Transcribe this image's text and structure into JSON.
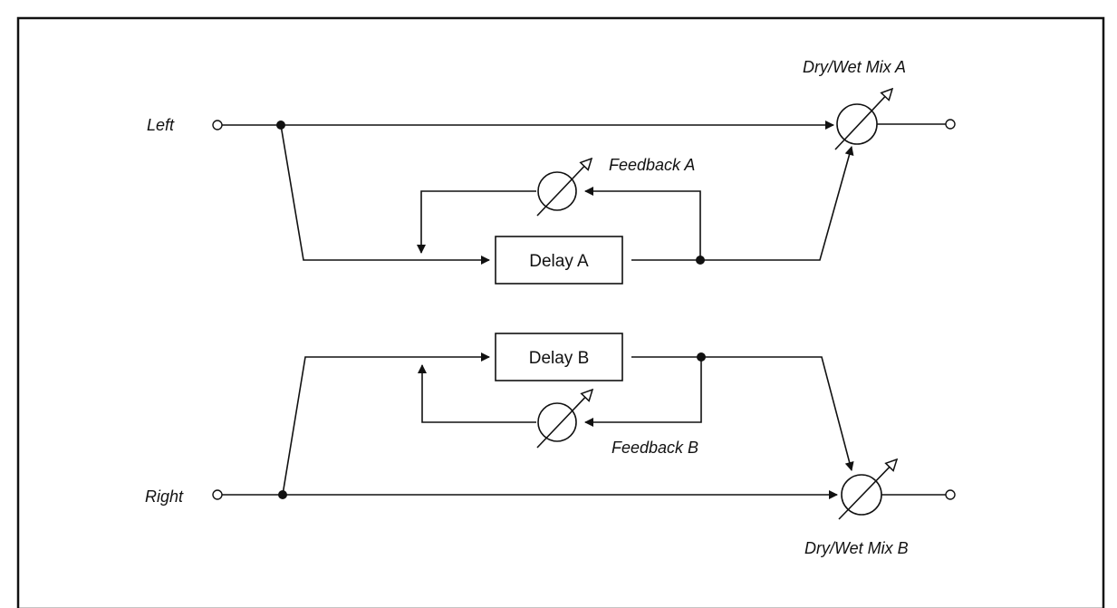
{
  "inputs": {
    "left_label": "Left",
    "right_label": "Right"
  },
  "blocks": {
    "delay_a": "Delay A",
    "delay_b": "Delay B"
  },
  "controls": {
    "feedback_a": "Feedback A",
    "feedback_b": "Feedback B",
    "mix_a": "Dry/Wet Mix A",
    "mix_b": "Dry/Wet Mix B"
  }
}
